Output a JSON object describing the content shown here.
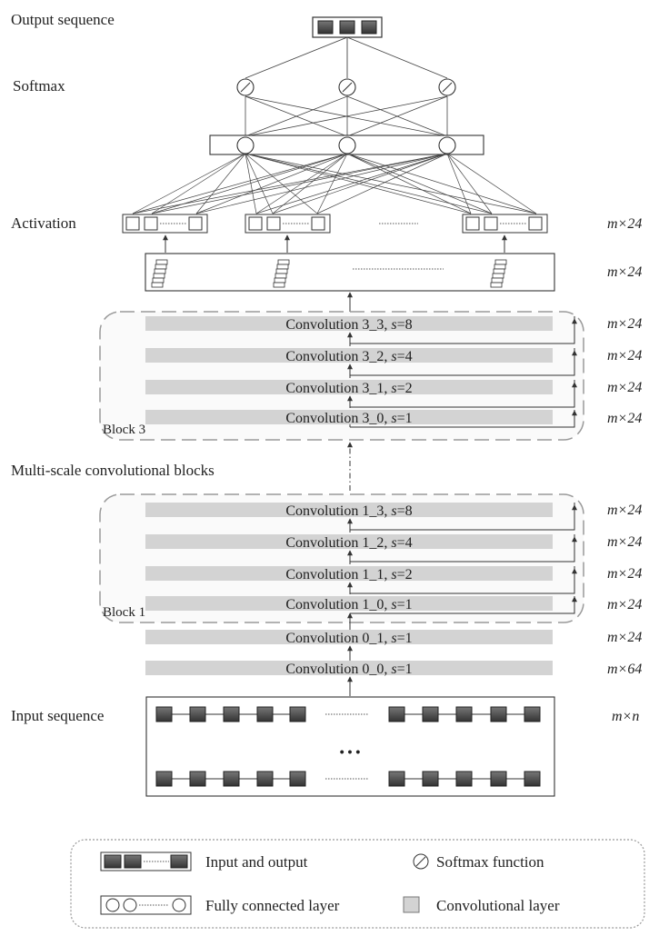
{
  "labels": {
    "output_sequence": "Output sequence",
    "softmax": "Softmax",
    "activation": "Activation",
    "multi_scale": "Multi-scale convolutional blocks",
    "input_sequence": "Input sequence"
  },
  "blocks": {
    "block3": "Block 3",
    "block1": "Block 1"
  },
  "dims": {
    "activation": "m×24",
    "pool": "m×24",
    "conv3_3": "m×24",
    "conv3_2": "m×24",
    "conv3_1": "m×24",
    "conv3_0": "m×24",
    "conv1_3": "m×24",
    "conv1_2": "m×24",
    "conv1_1": "m×24",
    "conv1_0": "m×24",
    "conv0_1": "m×24",
    "conv0_0": "m×64",
    "input": "m×n"
  },
  "layers": {
    "conv3_3": {
      "name": "Convolution 3_3, ",
      "s": "s",
      "val": "=8"
    },
    "conv3_2": {
      "name": "Convolution 3_2, ",
      "s": "s",
      "val": "=4"
    },
    "conv3_1": {
      "name": "Convolution 3_1, ",
      "s": "s",
      "val": "=2"
    },
    "conv3_0": {
      "name": "Convolution 3_0, ",
      "s": "s",
      "val": "=1"
    },
    "conv1_3": {
      "name": "Convolution 1_3, ",
      "s": "s",
      "val": "=8"
    },
    "conv1_2": {
      "name": "Convolution 1_2, ",
      "s": "s",
      "val": "=4"
    },
    "conv1_1": {
      "name": "Convolution 1_1, ",
      "s": "s",
      "val": "=2"
    },
    "conv1_0": {
      "name": "Convolution 1_0, ",
      "s": "s",
      "val": "=1"
    },
    "conv0_1": {
      "name": "Convolution 0_1, ",
      "s": "s",
      "val": "=1"
    },
    "conv0_0": {
      "name": "Convolution 0_0, ",
      "s": "s",
      "val": "=1"
    }
  },
  "ellipsis": "• • •",
  "legend": {
    "input_output": "Input and output",
    "softmax_function": "Softmax function",
    "fully_connected": "Fully connected layer",
    "convolutional": "Convolutional layer"
  },
  "colors": {
    "conv_bar": "#d3d3d3",
    "block_border": "#999999",
    "square_fill": "#4a4a4a",
    "line": "#333333"
  }
}
